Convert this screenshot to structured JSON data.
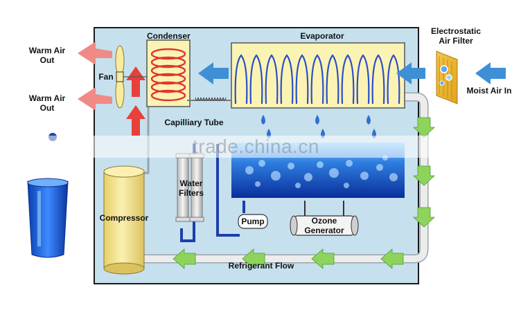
{
  "labels": {
    "condenser": "Condenser",
    "evaporator": "Evaporator",
    "electrostatic_filter_line1": "Electrostatic",
    "electrostatic_filter_line2": "Air Filter",
    "moist_air_in": "Moist Air In",
    "warm_air_out_1_line1": "Warm Air",
    "warm_air_out_1_line2": "Out",
    "warm_air_out_2_line1": "Warm Air",
    "warm_air_out_2_line2": "Out",
    "fan": "Fan",
    "capillary_tube": "Capilliary Tube",
    "water_filters_line1": "Water",
    "water_filters_line2": "Filters",
    "compressor": "Compressor",
    "pump": "Pump",
    "ozone_generator_line1": "Ozone",
    "ozone_generator_line2": "Generator",
    "refrigerant_flow": "Refrigerant Flow"
  },
  "watermark": "trade.china.cn",
  "colors": {
    "cabinet_fill": "#c6e0ee",
    "cabinet_border": "#1a1a1a",
    "evaporator_fill": "#fbf3b4",
    "condenser_fill": "#fbf3b4",
    "compressor_fill": "#f3e39a",
    "blue_arrow": "#3e8fd6",
    "red_arrow": "#e8403a",
    "pink_arrow": "#ef8a86",
    "green_arrow": "#8ed45c",
    "water_blue": "#1556c8",
    "water_pipe": "#1d3fa8",
    "refrigerant_pipe": "#e2e2e2"
  },
  "icons": [
    "fan-icon",
    "electrostatic-filter-icon",
    "glass-of-water-icon",
    "water-droplet-icon",
    "ozone-generator-icon",
    "pump-icon"
  ]
}
